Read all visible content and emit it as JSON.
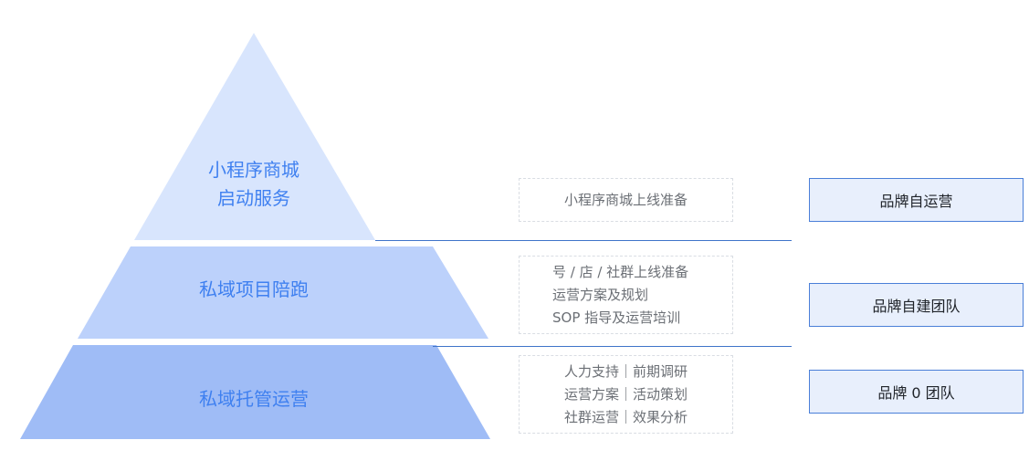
{
  "tiers": [
    {
      "lines": [
        "小程序商城",
        "启动服务"
      ],
      "color": "#d8e5fd"
    },
    {
      "lines": [
        "私域项目陪跑"
      ],
      "color": "#bcd1fb"
    },
    {
      "lines": [
        "私域托管运营"
      ],
      "color": "#9fbcf6"
    }
  ],
  "details": [
    {
      "lines": [
        "小程序商城上线准备"
      ]
    },
    {
      "lines": [
        "号 / 店 / 社群上线准备",
        "运营方案及规划",
        "SOP 指导及运营培训"
      ]
    },
    {
      "lines": [
        "人力支持｜前期调研",
        "运营方案｜活动策划",
        "社群运营｜效果分析"
      ]
    }
  ],
  "outcomes": [
    {
      "label": "品牌自运营"
    },
    {
      "label": "品牌自建团队"
    },
    {
      "label": "品牌 0 团队"
    }
  ],
  "colors": {
    "tier_text": "#3f80f0",
    "divider": "#3f74c9",
    "outcome_border": "#4a7fd8",
    "outcome_fill": "#e8effc"
  }
}
